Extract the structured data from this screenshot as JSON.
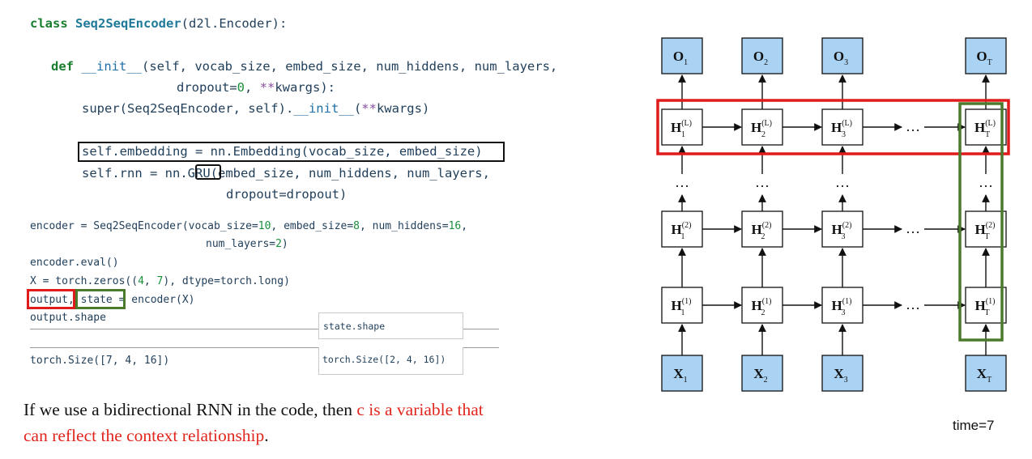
{
  "code_cell": {
    "line1": {
      "kw": "class",
      "name": "Seq2SeqEncoder",
      "rest": "(d2l.Encoder):"
    },
    "line2": {
      "kw": "def",
      "name": "__init__",
      "rest": "(self, vocab_size, embed_size, num_hiddens, num_layers,"
    },
    "line3": {
      "pre": "dropout=",
      "num": "0",
      "mid": ", ",
      "op": "**",
      "rest": "kwargs):"
    },
    "line4": {
      "pre": "super(Seq2SeqEncoder, self).",
      "dunder": "__init__",
      "mid": "(",
      "op": "**",
      "rest": "kwargs)"
    },
    "line5": "self.embedding = nn.Embedding(vocab_size, embed_size)",
    "line6": {
      "pre": "self.rnn = nn.",
      "gru": "GRU",
      "rest": "(embed_size, num_hiddens, num_layers,"
    },
    "line7": "dropout=dropout)"
  },
  "usage_cell": {
    "line1": {
      "pre": "encoder = Seq2SeqEncoder(vocab_size=",
      "n1": "10",
      "m1": ", embed_size=",
      "n2": "8",
      "m2": ", num_hiddens=",
      "n3": "16",
      "end": ","
    },
    "line2": {
      "pre": "num_layers=",
      "n": "2",
      "end": ")"
    },
    "line3": "encoder.eval()",
    "line4": {
      "pre": "X = torch.zeros((",
      "n1": "4",
      "m": ", ",
      "n2": "7",
      "end": "), dtype=torch.long)"
    },
    "line5": {
      "a": "output",
      "b": ", ",
      "c": "state",
      "d": " = encoder(X)"
    },
    "line6": "output.shape",
    "line7": "torch.Size([7, 4, 16])"
  },
  "side_cell": {
    "input": "state.shape",
    "output": "torch.Size([2, 4, 16])"
  },
  "paragraph": {
    "black": "If we use a bidirectional RNN in the code, then ",
    "red1": "c is a variable that",
    "red2": "can reflect the context relationship",
    "end": "."
  },
  "diagram": {
    "outputs": [
      "O",
      "O",
      "O",
      "O"
    ],
    "inputs": [
      "X",
      "X",
      "X",
      "X"
    ],
    "hidden": "H",
    "time_subs": [
      "1",
      "2",
      "3",
      "T"
    ],
    "layer_sups": [
      "(L)",
      "(2)",
      "(1)"
    ],
    "ellipsis": "…",
    "vertical_ellipsis": "…",
    "caption": "time=7"
  },
  "colors": {
    "box_fill": "#a9d2f3",
    "highlight_red": "#e01b1b",
    "highlight_green": "#4c7a2c",
    "text_red": "#e0261e"
  }
}
